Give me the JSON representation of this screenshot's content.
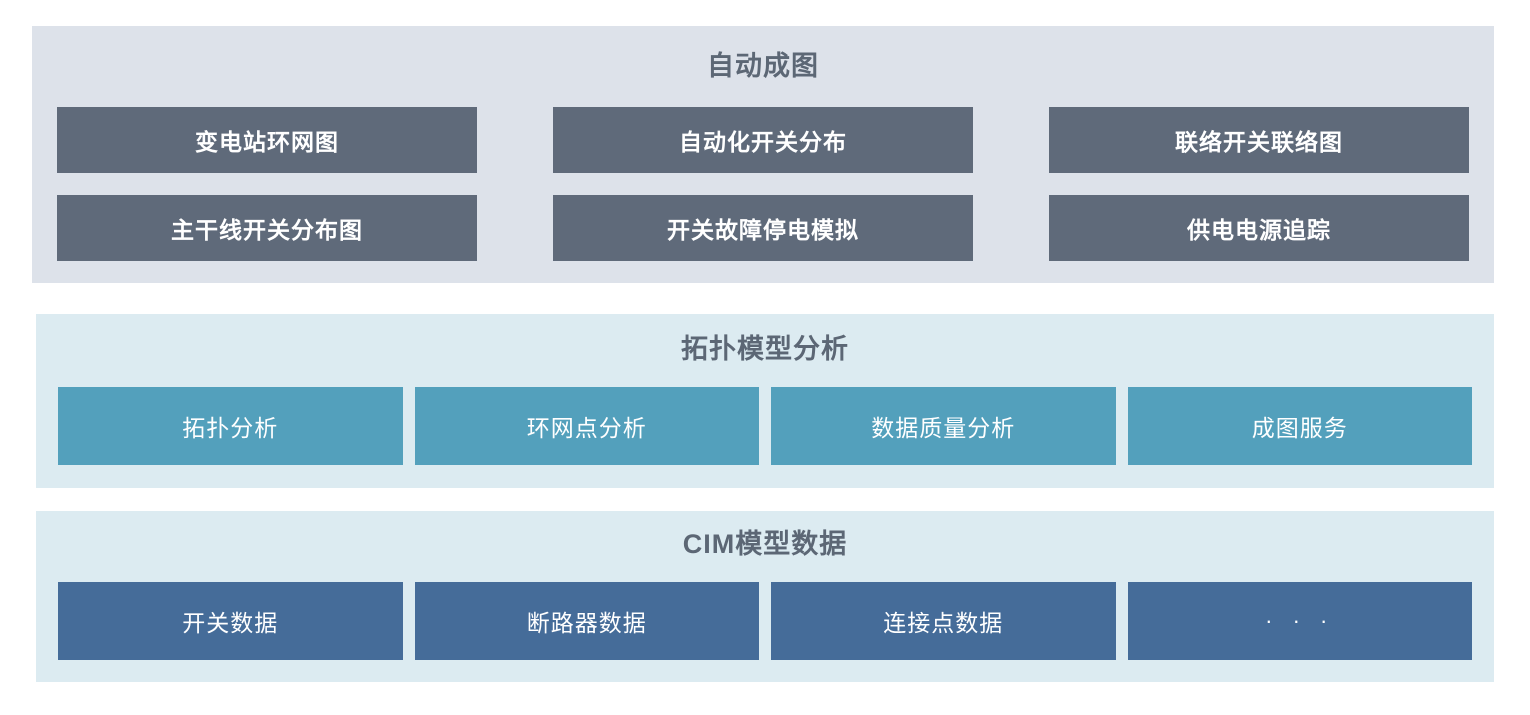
{
  "colors": {
    "panel_automap_bg": "#dde2ea",
    "panel_topology_bg": "#dcebf1",
    "panel_cim_bg": "#dcebf1",
    "button_automap": "#5f6a7a",
    "button_topology": "#53a0bc",
    "button_cim": "#456c99",
    "title_text": "#5c6775",
    "button_text": "#ffffff",
    "page_bg": "#ffffff"
  },
  "panels": [
    {
      "id": "automap",
      "title": "自动成图",
      "rows": [
        [
          {
            "label": "变电站环网图"
          },
          {
            "label": "自动化开关分布"
          },
          {
            "label": "联络开关联络图"
          }
        ],
        [
          {
            "label": "主干线开关分布图"
          },
          {
            "label": "开关故障停电模拟"
          },
          {
            "label": "供电电源追踪"
          }
        ]
      ]
    },
    {
      "id": "topology",
      "title": "拓扑模型分析",
      "rows": [
        [
          {
            "label": "拓扑分析"
          },
          {
            "label": "环网点分析"
          },
          {
            "label": "数据质量分析"
          },
          {
            "label": "成图服务"
          }
        ]
      ]
    },
    {
      "id": "cim",
      "title": "CIM模型数据",
      "rows": [
        [
          {
            "label": "开关数据"
          },
          {
            "label": "断路器数据"
          },
          {
            "label": "连接点数据"
          },
          {
            "label": "· · ·"
          }
        ]
      ]
    }
  ]
}
